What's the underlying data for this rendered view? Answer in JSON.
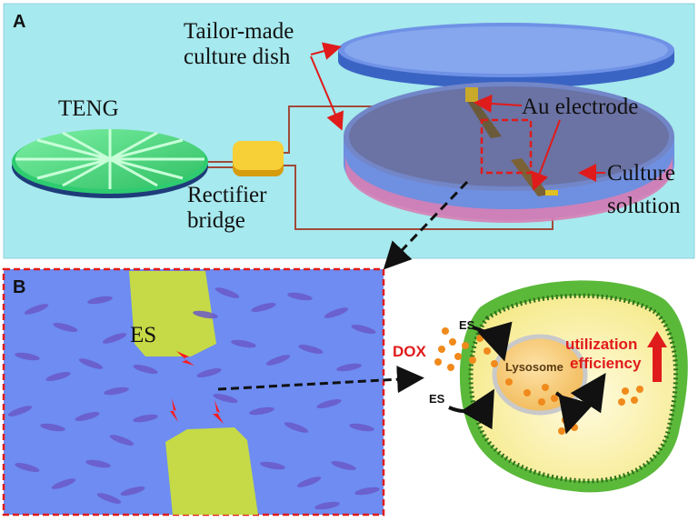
{
  "panel_a": {
    "letter": "A",
    "labels": {
      "teng": "TENG",
      "dish_line1": "Tailor-made",
      "dish_line2": "culture dish",
      "electrode": "Au electrode",
      "rectifier_line1": "Rectifier",
      "rectifier_line2": "bridge",
      "solution_line1": "Culture",
      "solution_line2": "solution"
    }
  },
  "panel_b": {
    "letter": "B",
    "labels": {
      "es_main": "ES",
      "dox": "DOX",
      "es_top": "ES",
      "es_bottom": "ES",
      "lysosome": "Lysosome",
      "util_line1": "utilization",
      "util_line2": "efficiency"
    }
  },
  "colors": {
    "panel_a_bg": "#a6e9ee",
    "panel_b_bg": "#6e8cf2",
    "electrode_pad": "#c9de3c",
    "arrow_red": "#e01b1b",
    "dish_blue": "#5b7fd9",
    "teng_green": "#56e08a",
    "rectifier": "#f3c52a",
    "cell_outer": "#5bb93a",
    "cell_inner": "#fdf6c0",
    "lysosome": "#f6c56a",
    "dox_dot": "#f08a1c"
  }
}
